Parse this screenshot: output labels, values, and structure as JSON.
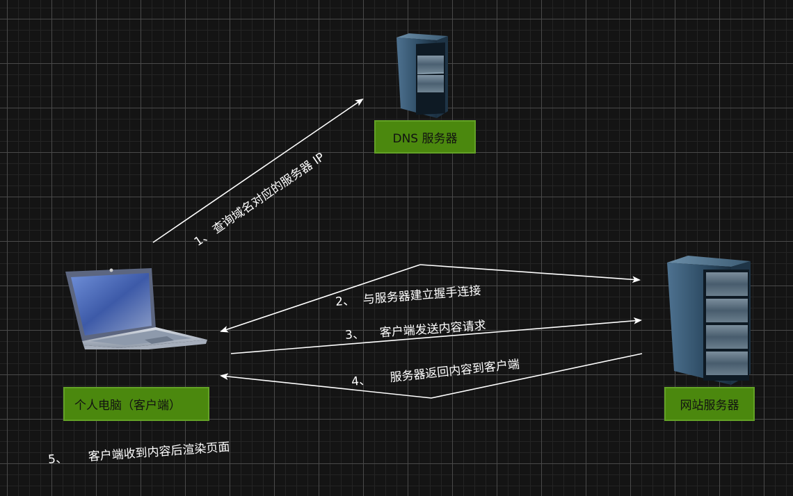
{
  "nodes": {
    "dns_server": {
      "label": "DNS 服务器",
      "icon": "server-rack-icon"
    },
    "client": {
      "label": "个人电脑（客户端）",
      "icon": "laptop-icon"
    },
    "web_server": {
      "label": "网站服务器",
      "icon": "server-rack-icon"
    }
  },
  "steps": [
    {
      "num": "1、",
      "text": "查询域名对应的服务器 IP"
    },
    {
      "num": "2、",
      "text": "与服务器建立握手连接"
    },
    {
      "num": "3、",
      "text": "客户端发送内容请求"
    },
    {
      "num": "4、",
      "text": "服务器返回内容到客户端"
    },
    {
      "num": "5、",
      "text": "客户端收到内容后渲染页面"
    }
  ],
  "colors": {
    "background": "#141414",
    "label_fill": "#4b880e",
    "label_border": "#63a226",
    "arrow": "#ffffff"
  }
}
